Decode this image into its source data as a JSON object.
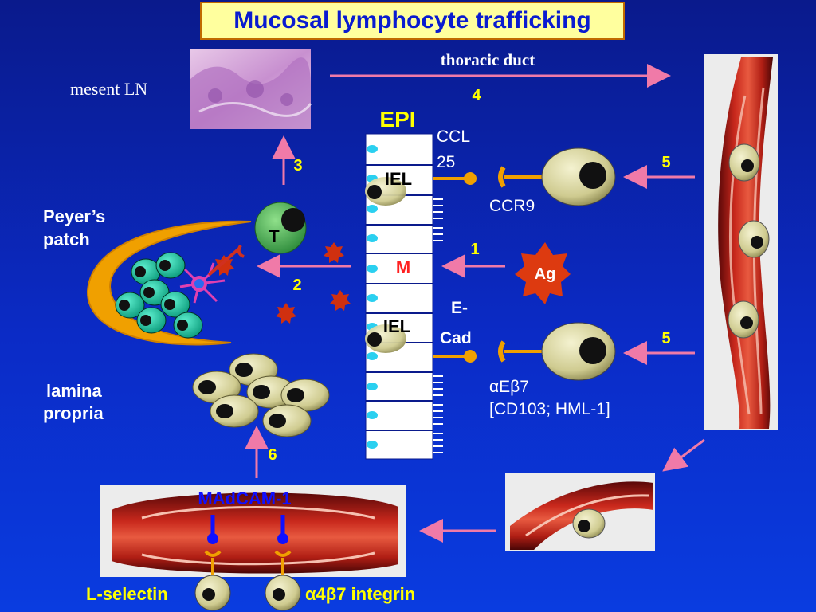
{
  "title": "Mucosal lymphocyte trafficking",
  "labels": {
    "thoracic_duct": "thoracic duct",
    "mesent_ln": "mesent LN",
    "epi": "EPI",
    "ccl25_line1": "CCL",
    "ccl25_line2": "25",
    "iel_top": "IEL",
    "iel_bottom": "IEL",
    "ccr9": "CCR9",
    "m_cell": "M",
    "ag": "Ag",
    "ecad_line1": "E-",
    "ecad_line2": "Cad",
    "aeb7": "αEβ7",
    "cd103": "[CD103; HML-1]",
    "peyers_line1": "Peyer’s",
    "peyers_line2": "patch",
    "t_cell": "T",
    "lamina_line1": "lamina",
    "lamina_line2": "propria",
    "madcam": "MAdCAM-1",
    "l_selectin": "L-selectin",
    "a4b7": "α4β7 integrin"
  },
  "steps": {
    "s1": "1",
    "s2": "2",
    "s3": "3",
    "s4": "4",
    "s5a": "5",
    "s5b": "5",
    "s6": "6"
  },
  "colors": {
    "yellow_text": "#ffff00",
    "arrow": "#f07aa8",
    "orange": "#f0a000",
    "ag_red": "#dd3a10",
    "m_red": "#ff2020",
    "cell_khaki": "#d8d4a0",
    "teal_cell": "#13c0a0"
  }
}
